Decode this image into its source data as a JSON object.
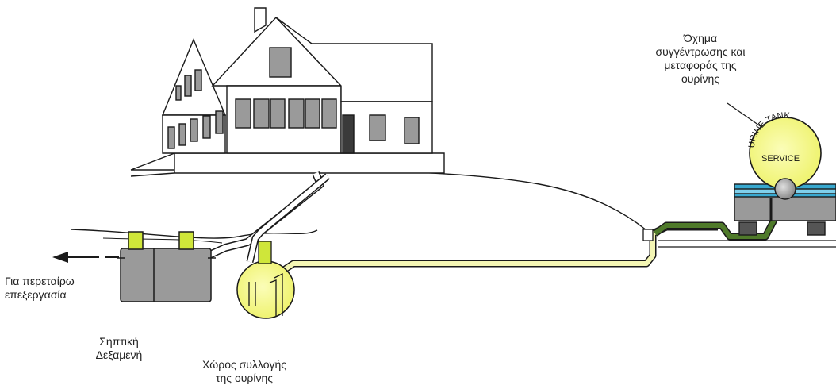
{
  "labels": {
    "further_processing": "Για περεταίρω\nεπεξεργασία",
    "septic_tank": "Σηπτική\nΔεξαμενή",
    "urine_collection": "Χώρος συλλογής\nτης ουρίνης",
    "vehicle": "Όχημα\nσυγγέντρωσης και\nμεταφοράς της\nουρίνης",
    "tank_top": "URINE TANK",
    "tank_bottom": "SERVICE"
  },
  "colors": {
    "urine_pipe": "#f4f6b4",
    "urine_tank": "#f2f57a",
    "tank_riser": "#cfe63a",
    "vehicle_body": "#38a8cf",
    "vehicle_hose": "#4f7a2a",
    "septic_tank": "#9a9a9a",
    "outline": "#1a1a1a"
  }
}
